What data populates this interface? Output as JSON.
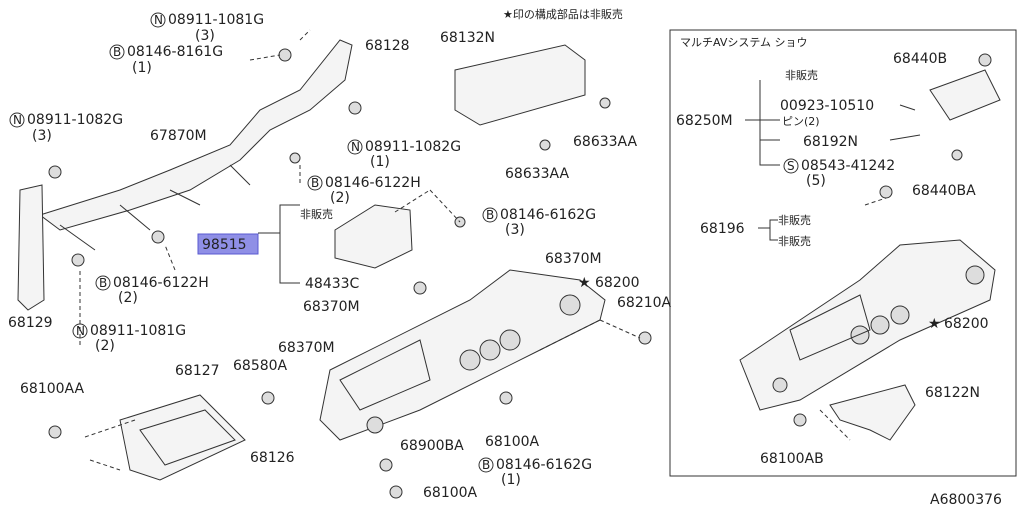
{
  "note_top": "★印の構成部品は非販売",
  "inset_title": "マルチAVシステム ショウ",
  "figure_id": "A6800376",
  "highlight_color": "#8f8fe6",
  "parts": {
    "p08911_1081G_top": "08911-1081G",
    "p08911_1081G_top_qty": "(3)",
    "p08146_8161G": "08146-8161G",
    "p08146_8161G_qty": "(1)",
    "p08911_1082G_left": "08911-1082G",
    "p08911_1082G_left_qty": "(3)",
    "p67870M": "67870M",
    "p68128": "68128",
    "p08911_1082G_mid": "08911-1082G",
    "p08911_1082G_mid_qty": "(1)",
    "p68132N": "68132N",
    "p68633AA_1": "68633AA",
    "p68633AA_2": "68633AA",
    "p08146_6122H_top": "08146-6122H",
    "p08146_6122H_top_qty": "(2)",
    "hibaibai_1": "非販売",
    "p98515": "98515",
    "p48433C": "48433C",
    "p08146_6162G_top": "08146-6162G",
    "p08146_6162G_top_qty": "(3)",
    "p68370M_1": "68370M",
    "p68200_main": "68200",
    "p68370M_2": "68370M",
    "p68210A": "68210A",
    "p08146_6122H_bot": "08146-6122H",
    "p08146_6122H_bot_qty": "(2)",
    "p68129": "68129",
    "p08911_1081G_bot": "08911-1081G",
    "p08911_1081G_bot_qty": "(2)",
    "p68370M_3": "68370M",
    "p68580A": "68580A",
    "p68127": "68127",
    "p68100AA": "68100AA",
    "p68126": "68126",
    "p68900BA": "68900BA",
    "p68100A_1": "68100A",
    "p08146_6162G_bot": "08146-6162G",
    "p08146_6162G_bot_qty": "(1)",
    "p68100A_2": "68100A"
  },
  "inset": {
    "p68440B": "68440B",
    "hibaibai_a": "非販売",
    "p68250M": "68250M",
    "p00923_10510": "00923-10510",
    "pin_qty": "ピン(2)",
    "p68192N": "68192N",
    "p08543_41242": "08543-41242",
    "p08543_qty": "(5)",
    "p68440BA": "68440BA",
    "p68196": "68196",
    "hibaibai_b": "非販売",
    "hibaibai_c": "非販売",
    "p68200": "68200",
    "p68122N": "68122N",
    "p68100AB": "68100AB"
  },
  "circle_N": "N",
  "circle_B": "B",
  "circle_S": "S",
  "star": "★"
}
